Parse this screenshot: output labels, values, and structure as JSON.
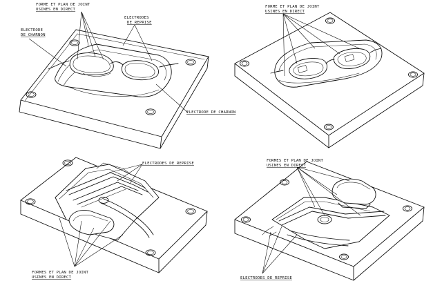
{
  "panels": {
    "top_left": {
      "label_forme_1": "FORME ET PLAN DE JOINT",
      "label_forme_2": "USINES EN DIRECT",
      "label_reprise_1": "ELECTRODES",
      "label_reprise_2": "DE REPRISE",
      "label_charnon_left_1": "ELECTRODE",
      "label_charnon_left_2": "DE CHARNON",
      "label_charnon_right": "ELECTRODE DE CHARNON"
    },
    "top_right": {
      "label_forme_1": "FORME ET PLAN DE JOINT",
      "label_forme_2": "USINES EN DIRECT"
    },
    "bottom_left": {
      "label_reprise": "ELECTRODES DE REPRISE",
      "label_formes_1": "FORMES ET PLAN DE JOINT",
      "label_formes_2": "USINES EN DIRECT"
    },
    "bottom_right": {
      "label_formes_1": "FORMES ET PLAN DE JOINT",
      "label_formes_2": "USINES EN DIRECT",
      "label_reprise": "ELECTRODES DE REPRISE"
    }
  }
}
